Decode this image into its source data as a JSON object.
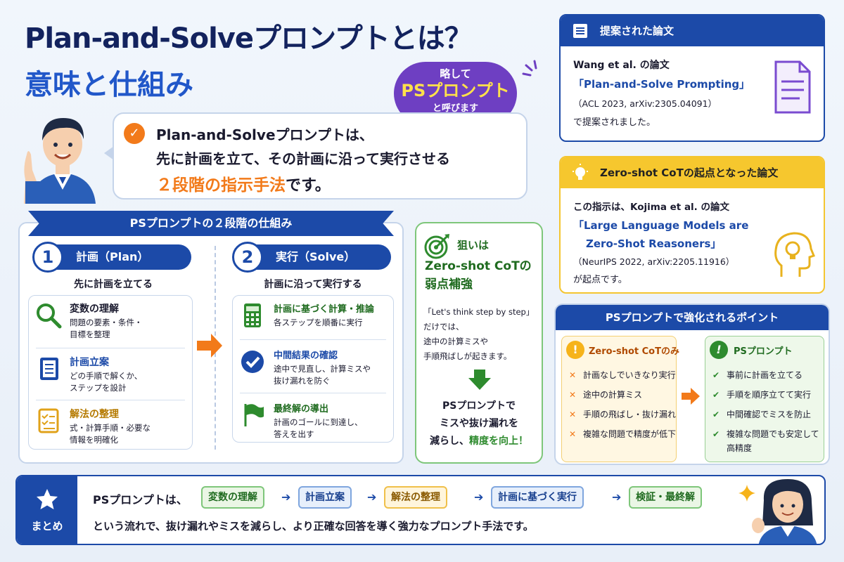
{
  "title": {
    "line1": "Plan-and-Solveプロンプトとは？",
    "line2": "意味と仕組み"
  },
  "ps_bubble": {
    "top": "略して",
    "main": "PSプロンプト",
    "bottom": "と呼びます"
  },
  "speech": {
    "line1": "Plan-and-Solveプロンプトは、",
    "line2": "先に計画を立て、その計画に沿って実行させる",
    "line3_highlight": "２段階の指示手法",
    "line3_rest": "です。"
  },
  "mechanism": {
    "title": "PSプロンプトの２段階の仕組み",
    "plan": {
      "num": "1",
      "label": "計画（Plan）",
      "sub": "先に計画を立てる",
      "items": [
        {
          "title": "変数の理解",
          "d1": "問題の要素・条件・",
          "d2": "目標を整理"
        },
        {
          "title": "計画立案",
          "d1": "どの手順で解くか、",
          "d2": "ステップを設計"
        },
        {
          "title": "解法の整理",
          "d1": "式・計算手順・必要な",
          "d2": "情報を明確化"
        }
      ]
    },
    "solve": {
      "num": "2",
      "label": "実行（Solve）",
      "sub": "計画に沿って実行する",
      "items": [
        {
          "title": "計画に基づく計算・推論",
          "d1": "各ステップを順番に実行",
          "d2": ""
        },
        {
          "title": "中間結果の確認",
          "d1": "途中で見直し、計算ミスや",
          "d2": "抜け漏れを防ぐ"
        },
        {
          "title": "最終解の導出",
          "d1": "計画のゴールに到達し、",
          "d2": "答えを出す"
        }
      ]
    }
  },
  "aim": {
    "l1": "狙いは",
    "l2": "Zero-shot CoTの",
    "l3": "弱点補強",
    "b1": "「Let's think step by step」",
    "b2": "だけでは、",
    "b3": "途中の計算ミスや",
    "b4": "手順飛ばしが起きます。",
    "r1": "PSプロンプトで",
    "r2": "ミスや抜け漏れを",
    "r3a": "減らし、",
    "r3b": "精度を向上！"
  },
  "paper": {
    "header": "提案された論文",
    "l1": "Wang et al. の論文",
    "l2": "「Plan-and-Solve Prompting」",
    "l3": "（ACL 2023, arXiv:2305.04091）",
    "l4": "で提案されました。"
  },
  "zs": {
    "header": "Zero-shot CoTの起点となった論文",
    "l1": "この指示は、Kojima et al. の論文",
    "l2": "「Large Language Models are",
    "l3": "Zero-Shot Reasoners」",
    "l4": "（NeurIPS 2022, arXiv:2205.11916）",
    "l5": "が起点です。"
  },
  "points": {
    "header": "PSプロンプトで強化されるポイント",
    "left_title": "Zero-shot CoTのみ",
    "left": [
      "計画なしでいきなり実行",
      "途中の計算ミス",
      "手順の飛ばし・抜け漏れ",
      "複雑な問題で精度が低下"
    ],
    "right_title": "PSプロンプト",
    "right": [
      "事前に計画を立てる",
      "手順を順序立てて実行",
      "中間確認でミスを防止",
      "複雑な問題でも安定して",
      "高精度"
    ]
  },
  "summary": {
    "label": "まとめ",
    "lead": "PSプロンプトは、",
    "tags": [
      "変数の理解",
      "計画立案",
      "解法の整理",
      "計画に基づく実行",
      "検証・最終解"
    ],
    "sentence": "という流れで、抜け漏れやミスを減らし、より正確な回答を導く強力なプロンプト手法です。"
  },
  "colors": {
    "navy": "#13235e",
    "blue": "#1c4aa8",
    "orange": "#f27a1a",
    "green": "#2e8b2e",
    "purple": "#6e3fc2",
    "yellow": "#f6c72e"
  }
}
